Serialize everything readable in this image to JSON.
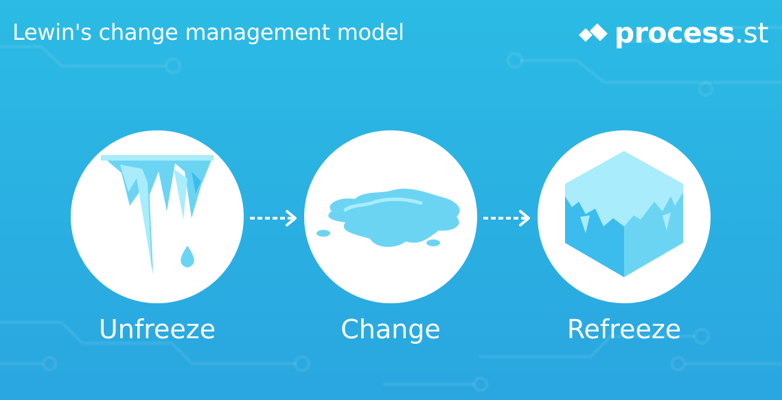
{
  "header": {
    "title": "Lewin's change management model",
    "brand": {
      "name": "process",
      "suffix": ".st",
      "icon": "process-st-logo-icon"
    }
  },
  "stages": [
    {
      "label": "Unfreeze",
      "icon": "icicle-icon"
    },
    {
      "label": "Change",
      "icon": "water-puddle-icon"
    },
    {
      "label": "Refreeze",
      "icon": "ice-cube-icon"
    }
  ],
  "connectors": [
    {
      "from": "Unfreeze",
      "to": "Change",
      "icon": "dashed-arrow-right-icon"
    },
    {
      "from": "Change",
      "to": "Refreeze",
      "icon": "dashed-arrow-right-icon"
    }
  ],
  "colors": {
    "background_top": "#2bbbe4",
    "background_bottom": "#2aa6e0",
    "circle": "#ffffff",
    "text": "#ffffff",
    "ice_light": "#a9ecfb",
    "ice_mid": "#6cd4f3",
    "ice_dark": "#3cbcec"
  }
}
